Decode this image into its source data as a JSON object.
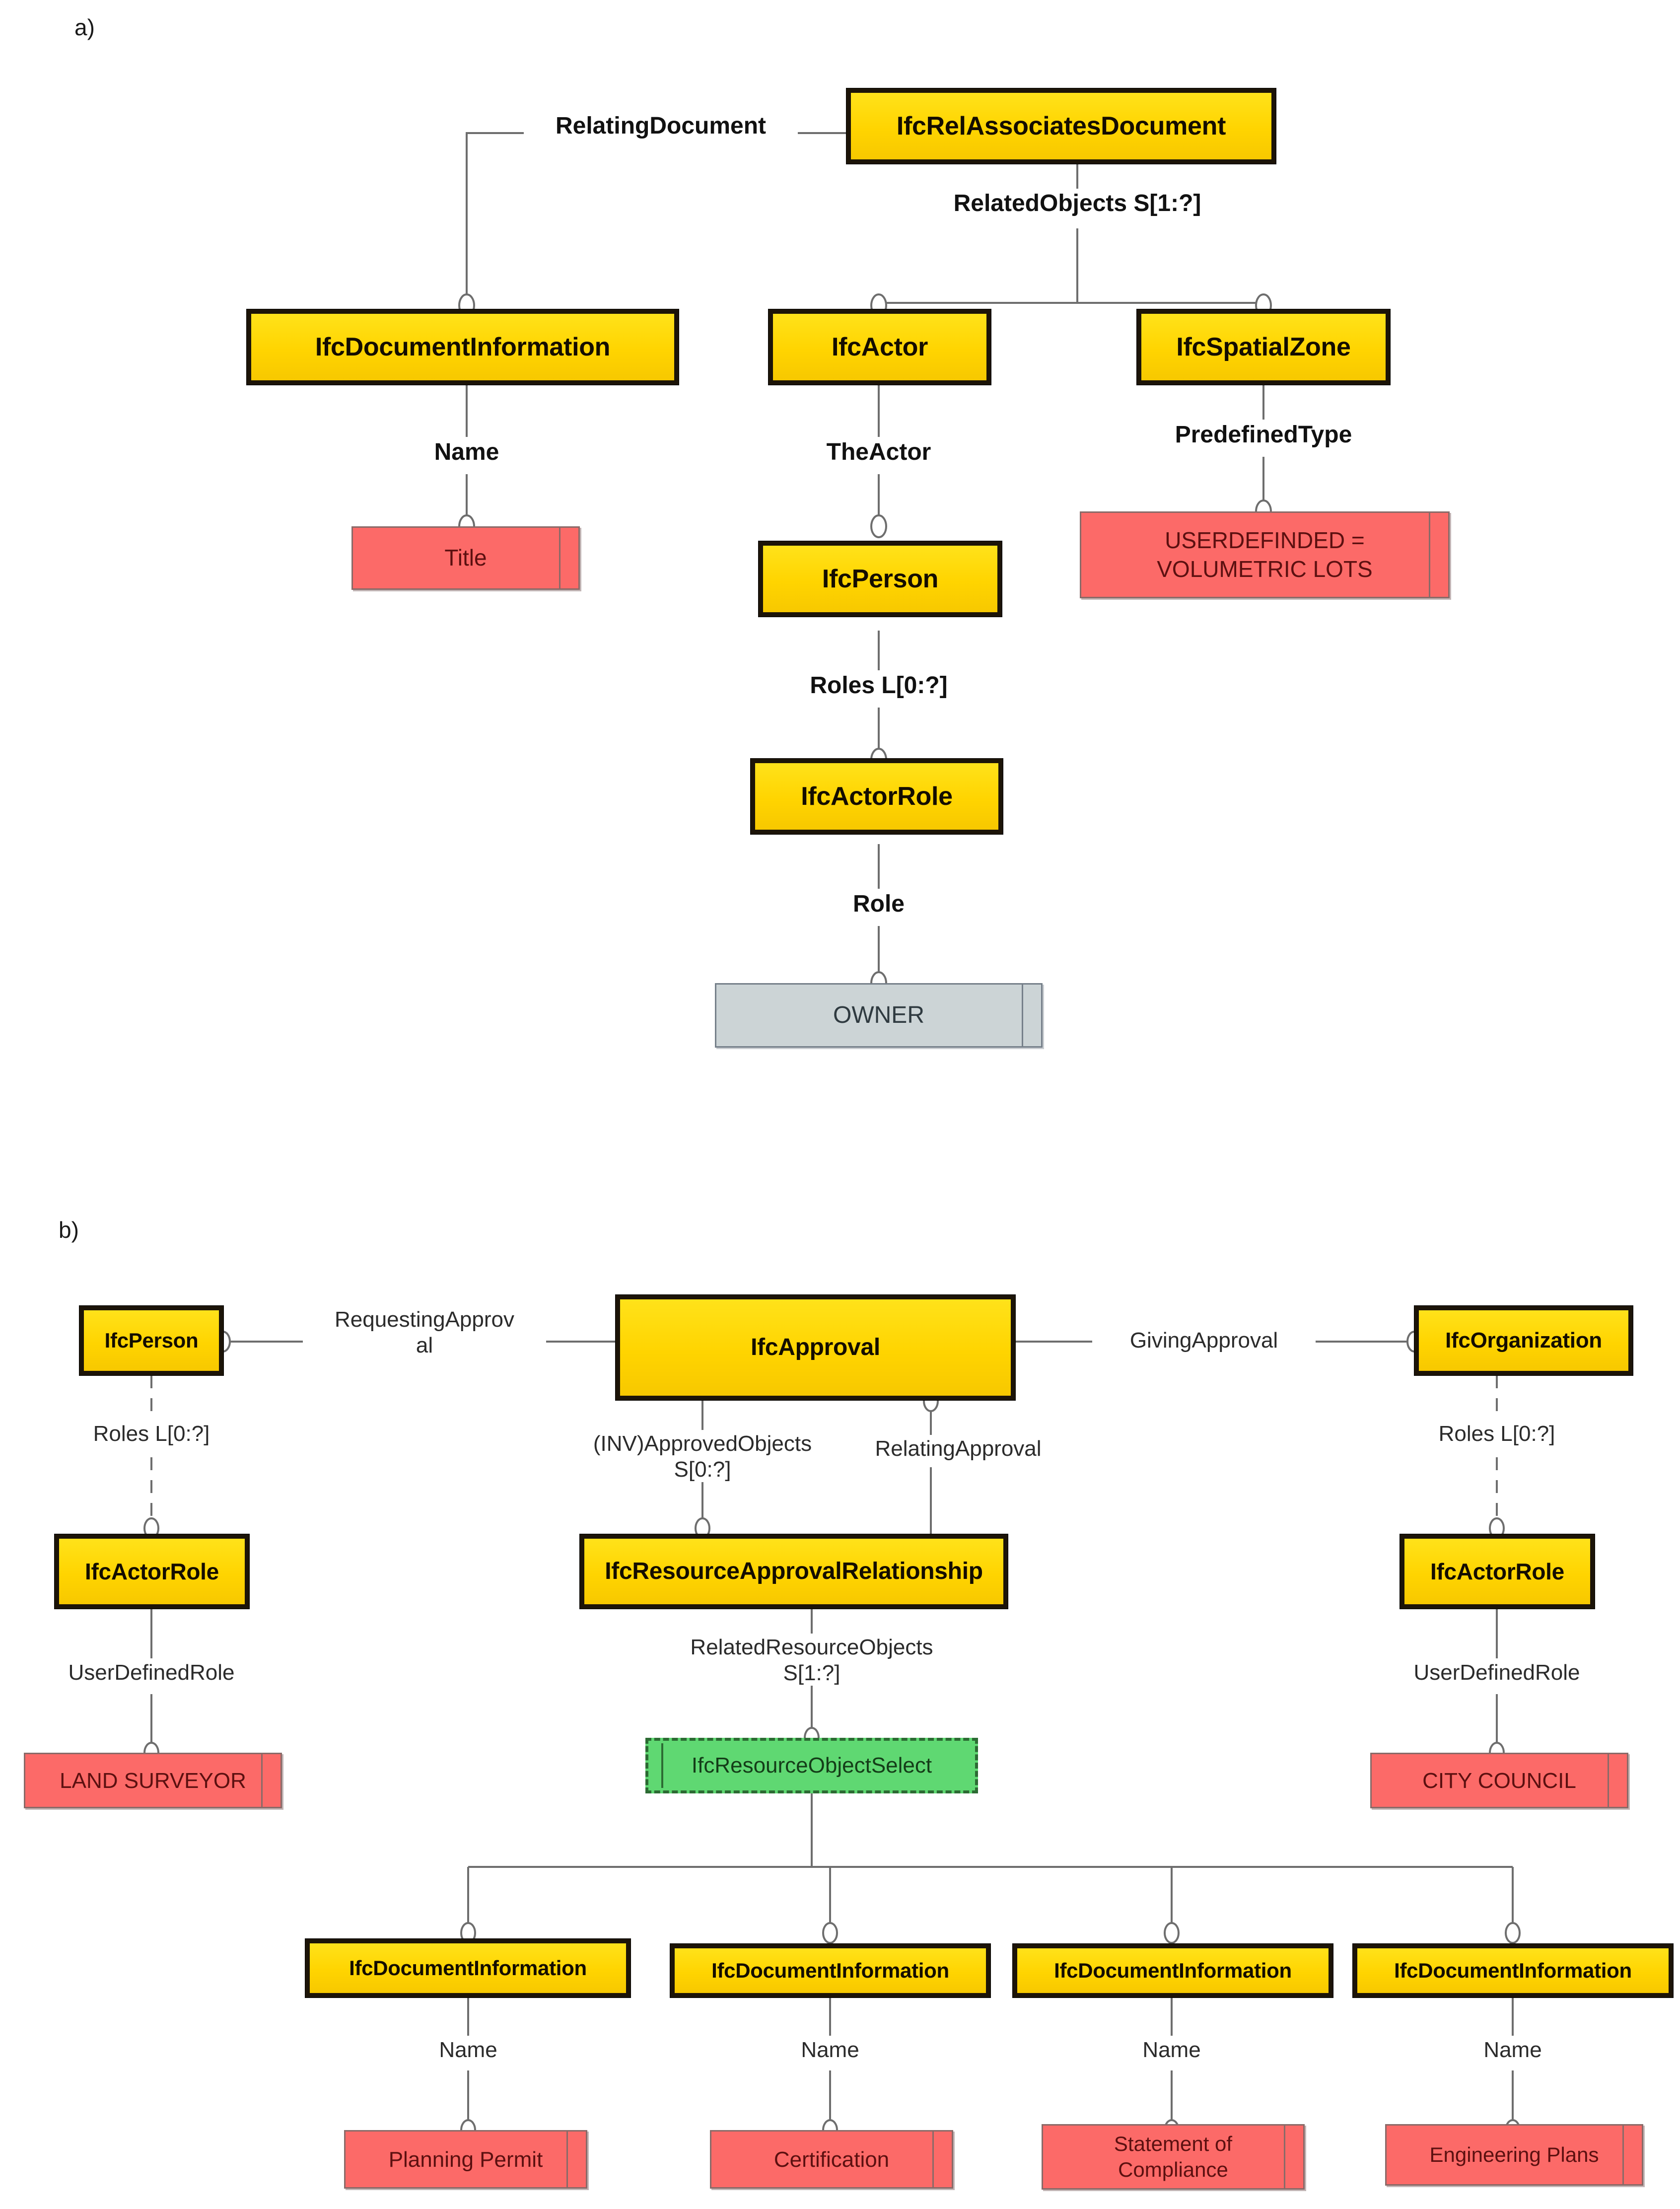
{
  "figure": {
    "panel_a_label": "a)",
    "panel_b_label": "b)"
  },
  "colors": {
    "entity_fill": "#ffd400",
    "entity_border": "#1c1408",
    "value_fill": "#fc6a68",
    "value_border": "#8a6a68",
    "enum_fill": "#ccd4d6",
    "enum_border": "#76808a",
    "select_fill": "#5fd872",
    "select_border": "#2c6b33",
    "wire": "#6e6e6e"
  },
  "panel_a": {
    "entities": {
      "rel_associates_document": "IfcRelAssociatesDocument",
      "document_information": "IfcDocumentInformation",
      "actor": "IfcActor",
      "spatial_zone": "IfcSpatialZone",
      "person": "IfcPerson",
      "actor_role": "IfcActorRole"
    },
    "values": {
      "title": "Title",
      "userdefinded": "USERDEFINDED =\nVOLUMETRIC LOTS",
      "owner": "OWNER"
    },
    "attributes": {
      "relating_document": "RelatingDocument",
      "related_objects": "RelatedObjects S[1:?]",
      "name": "Name",
      "the_actor": "TheActor",
      "predefined_type": "PredefinedType",
      "roles": "Roles L[0:?]",
      "role": "Role"
    }
  },
  "panel_b": {
    "entities": {
      "person": "IfcPerson",
      "approval": "IfcApproval",
      "organization": "IfcOrganization",
      "actor_role_left": "IfcActorRole",
      "actor_role_right": "IfcActorRole",
      "resource_approval_relationship": "IfcResourceApprovalRelationship",
      "doc_info_1": "IfcDocumentInformation",
      "doc_info_2": "IfcDocumentInformation",
      "doc_info_3": "IfcDocumentInformation",
      "doc_info_4": "IfcDocumentInformation"
    },
    "selects": {
      "resource_object_select": "IfcResourceObjectSelect"
    },
    "values": {
      "land_surveyor": "LAND SURVEYOR",
      "city_council": "CITY COUNCIL",
      "doc_name_1": "Planning Permit",
      "doc_name_2": "Certification",
      "doc_name_3": "Statement of\nCompliance",
      "doc_name_4": "Engineering Plans"
    },
    "attributes": {
      "requesting_approval": "RequestingApprov\nal",
      "giving_approval": "GivingApproval",
      "roles_left": "Roles L[0:?]",
      "roles_right": "Roles L[0:?]",
      "user_defined_role_left": "UserDefinedRole",
      "user_defined_role_right": "UserDefinedRole",
      "approved_objects": "(INV)ApprovedObjects\nS[0:?]",
      "relating_approval": "RelatingApproval",
      "related_resource_objects": "RelatedResourceObjects\nS[1:?]",
      "name_1": "Name",
      "name_2": "Name",
      "name_3": "Name",
      "name_4": "Name"
    }
  }
}
